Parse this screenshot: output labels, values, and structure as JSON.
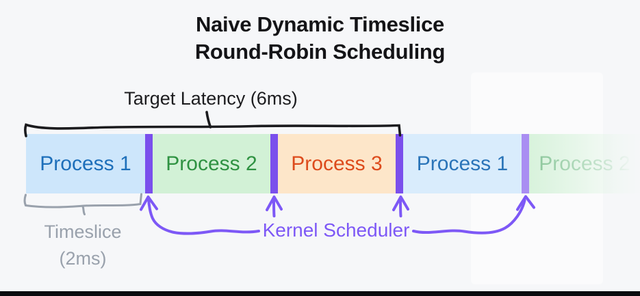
{
  "title": {
    "line1": "Naive Dynamic Timeslice",
    "line2": "Round-Robin Scheduling"
  },
  "annotations": {
    "target_latency": "Target Latency (6ms)",
    "timeslice_line1": "Timeslice",
    "timeslice_line2": "(2ms)",
    "kernel_scheduler": "Kernel Scheduler"
  },
  "timeline": {
    "segments": [
      {
        "label": "Process 1",
        "text_color": "#1d6fba",
        "fill": "#cde6fb"
      },
      {
        "label": "Process 2",
        "text_color": "#2f9242",
        "fill": "#d2f1d6"
      },
      {
        "label": "Process 3",
        "text_color": "#dd4b1c",
        "fill": "#fde6c9"
      },
      {
        "label": "Process 1",
        "text_color": "#2a74b8",
        "fill": "#d9ecfc"
      },
      {
        "label": "Process 2",
        "text_color": "#8fc89e",
        "fill": "#e0f4e0",
        "faded": true
      }
    ],
    "divider_color": "#7a4fec",
    "divider_color_light": "#a98ef2"
  },
  "colors": {
    "background": "#f6f7f9",
    "title_text": "#141417",
    "bracket_black": "#1b1b1e",
    "brace_gray": "#99a1ac",
    "scheduler_purple": "#7d58f6",
    "bottom_strip": "#0b0b0e"
  }
}
